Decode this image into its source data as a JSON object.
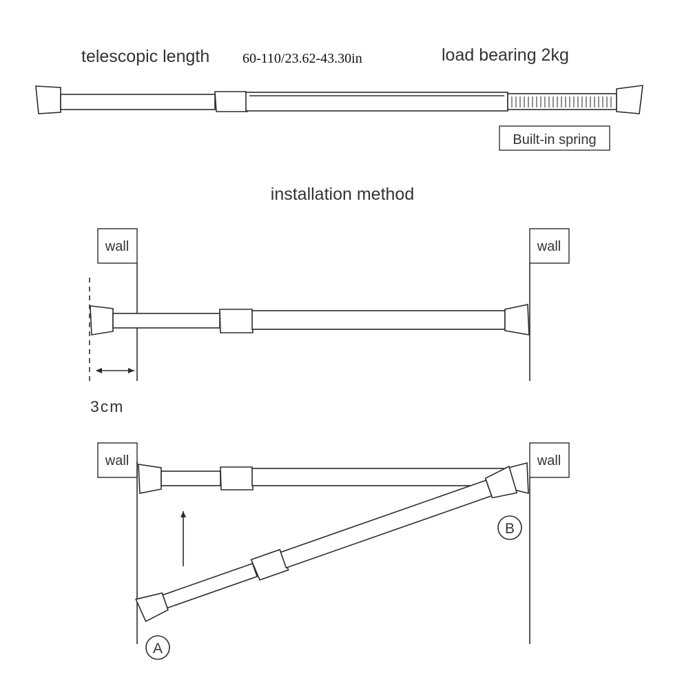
{
  "header": {
    "telescopic_label": "telescopic length",
    "telescopic_value": "60-110/23.62-43.30in",
    "load_label": "load bearing 2kg",
    "spring_label": "Built-in spring"
  },
  "installation": {
    "title": "installation method",
    "wall_label": "wall",
    "gap_label": "3cm",
    "point_a": "A",
    "point_b": "B"
  },
  "colors": {
    "line": "#2b2b2b",
    "text": "#333333",
    "background": "#ffffff"
  }
}
